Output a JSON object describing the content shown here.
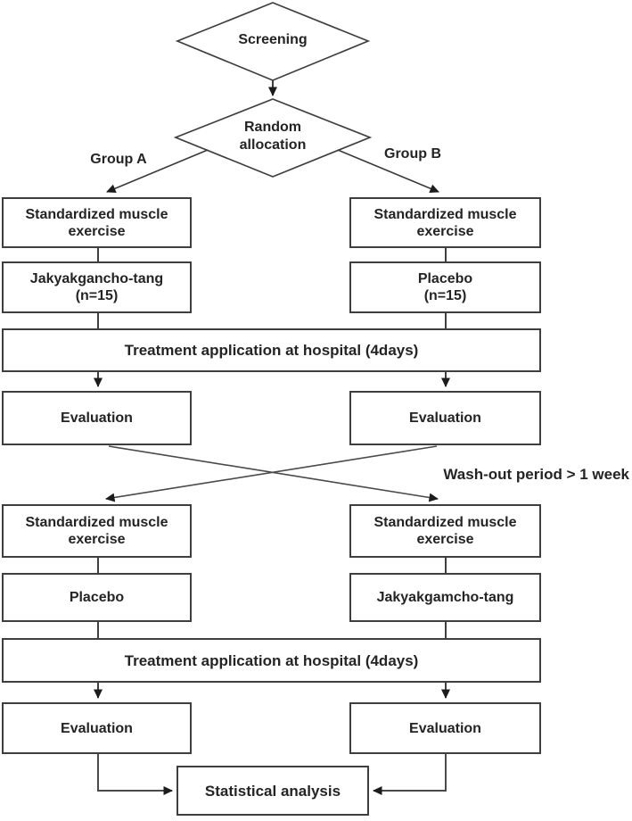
{
  "flowchart": {
    "screening_label": "Screening",
    "random_allocation_label": "Random allocation",
    "group_a_label": "Group A",
    "group_b_label": "Group B",
    "phase1": {
      "left_exercise": "Standardized muscle exercise",
      "right_exercise": "Standardized muscle exercise",
      "left_intervention_line1": "Jakyakgancho-tang",
      "left_intervention_line2": "(n=15)",
      "right_intervention_line1": "Placebo",
      "right_intervention_line2": "(n=15)",
      "treatment_label": "Treatment application at hospital (4days)",
      "left_evaluation": "Evaluation",
      "right_evaluation": "Evaluation"
    },
    "washout_label": "Wash-out period > 1 week",
    "phase2": {
      "left_exercise": "Standardized muscle exercise",
      "right_exercise": "Standardized muscle exercise",
      "left_intervention": "Placebo",
      "right_intervention": "Jakyakgamcho-tang",
      "treatment_label": "Treatment application at hospital (4days)",
      "left_evaluation": "Evaluation",
      "right_evaluation": "Evaluation"
    },
    "statistical_analysis_label": "Statistical analysis",
    "colors": {
      "line": "#3f3f3f",
      "arrowhead": "#1c1c1c",
      "text": "#242424",
      "background": "#ffffff"
    }
  }
}
